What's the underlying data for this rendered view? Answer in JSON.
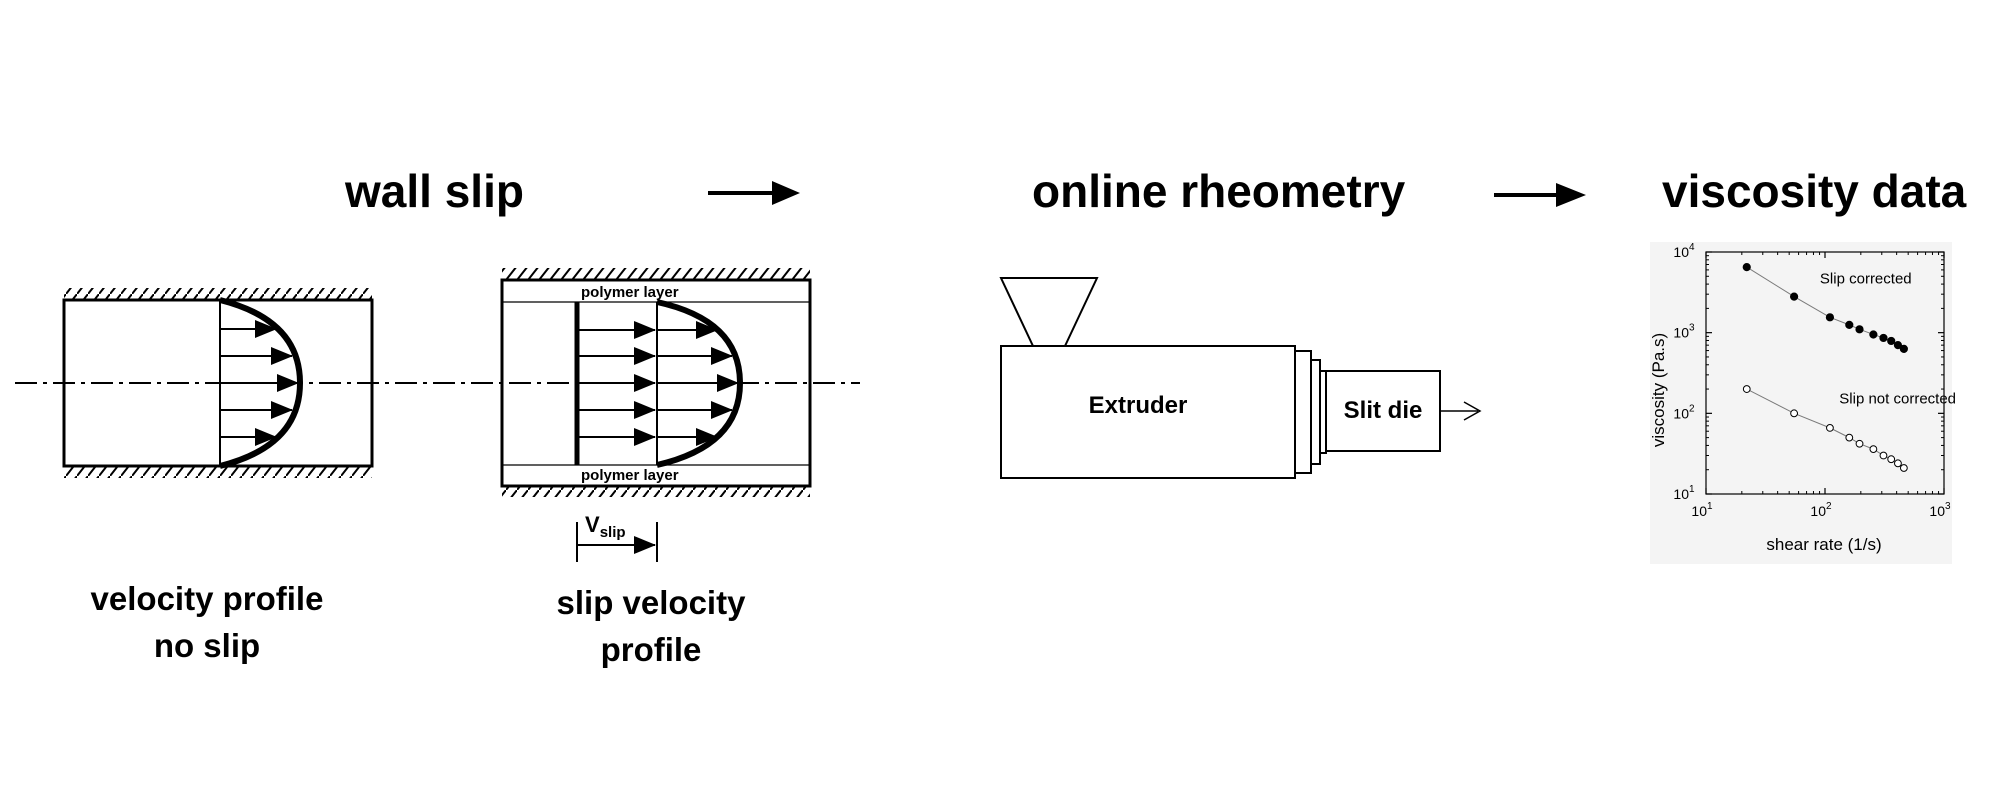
{
  "headings": {
    "wall_slip": "wall slip",
    "online_rheometry": "online rheometry",
    "viscosity_data": "viscosity data"
  },
  "captions": {
    "no_slip_line1": "velocity profile",
    "no_slip_line2": "no slip",
    "slip_line1": "slip velocity",
    "slip_line2": "profile"
  },
  "slip_diagram": {
    "layer_top": "polymer layer",
    "layer_bottom": "polymer layer",
    "vslip_main": "V",
    "vslip_sub": "slip"
  },
  "rheometry": {
    "extruder_label": "Extruder",
    "die_label": "Slit die"
  },
  "chart_data": {
    "type": "scatter",
    "xlabel": "shear rate (1/s)",
    "ylabel": "viscosity (Pa.s)",
    "xscale": "log",
    "yscale": "log",
    "xlim": [
      10,
      1000
    ],
    "ylim": [
      10,
      10000
    ],
    "x_ticks": [
      {
        "base": "10",
        "exp": "1",
        "value": 10
      },
      {
        "base": "10",
        "exp": "2",
        "value": 100
      },
      {
        "base": "10",
        "exp": "3",
        "value": 1000
      }
    ],
    "y_ticks": [
      {
        "base": "10",
        "exp": "1",
        "value": 10
      },
      {
        "base": "10",
        "exp": "2",
        "value": 100
      },
      {
        "base": "10",
        "exp": "3",
        "value": 1000
      },
      {
        "base": "10",
        "exp": "4",
        "value": 10000
      }
    ],
    "series": [
      {
        "name": "Slip corrected",
        "marker": "filled-circle",
        "x": [
          22,
          55,
          110,
          160,
          195,
          255,
          310,
          360,
          410,
          460
        ],
        "y": [
          6500,
          2800,
          1550,
          1250,
          1100,
          950,
          860,
          790,
          700,
          630
        ]
      },
      {
        "name": "Slip not corrected",
        "marker": "open-circle",
        "x": [
          22,
          55,
          110,
          160,
          195,
          255,
          310,
          360,
          410,
          460
        ],
        "y": [
          200,
          100,
          66,
          50,
          42,
          36,
          30,
          27,
          24,
          21
        ]
      }
    ],
    "colors": {
      "line": "#7a7a7a",
      "marker": "#000000"
    }
  }
}
